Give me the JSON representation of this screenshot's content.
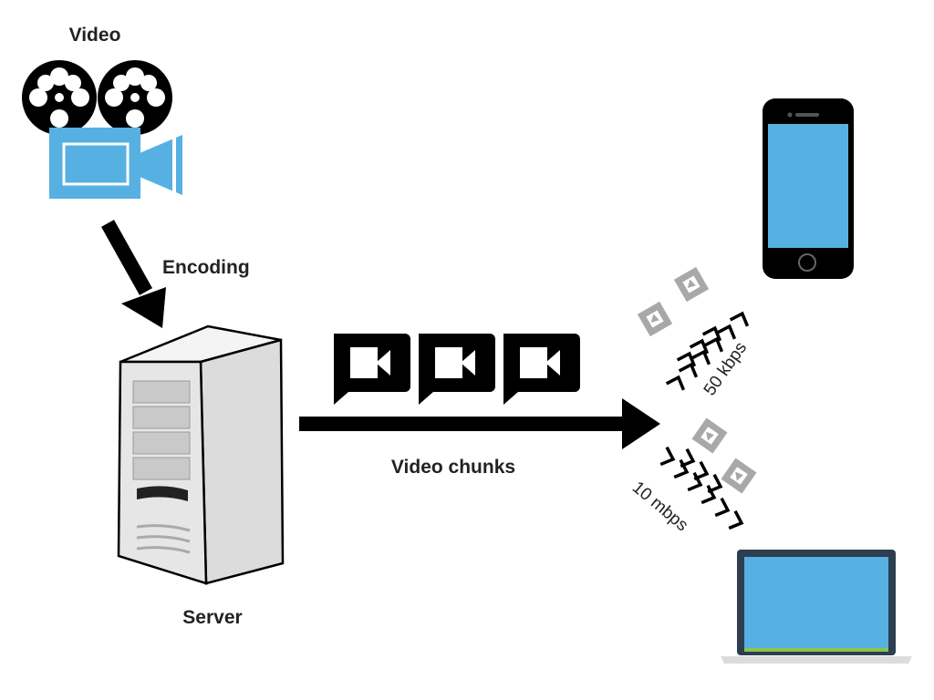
{
  "labels": {
    "video": "Video",
    "encoding": "Encoding",
    "server": "Server",
    "chunks": "Video chunks",
    "rate_low": "50 kbps",
    "rate_high": "10 mbps"
  },
  "icons": [
    "film-camera-icon",
    "server-tower-icon",
    "video-chunk-icon",
    "smartphone-icon",
    "laptop-icon",
    "signal-chevron-icon"
  ],
  "colors": {
    "screen_blue": "#57b0e2",
    "ink": "#000000",
    "server_grey": "#dcdcdc",
    "chunk_grey": "#a8a8a8",
    "laptop_frame": "#2c3e50",
    "laptop_base_stripe": "#8bc34a"
  }
}
